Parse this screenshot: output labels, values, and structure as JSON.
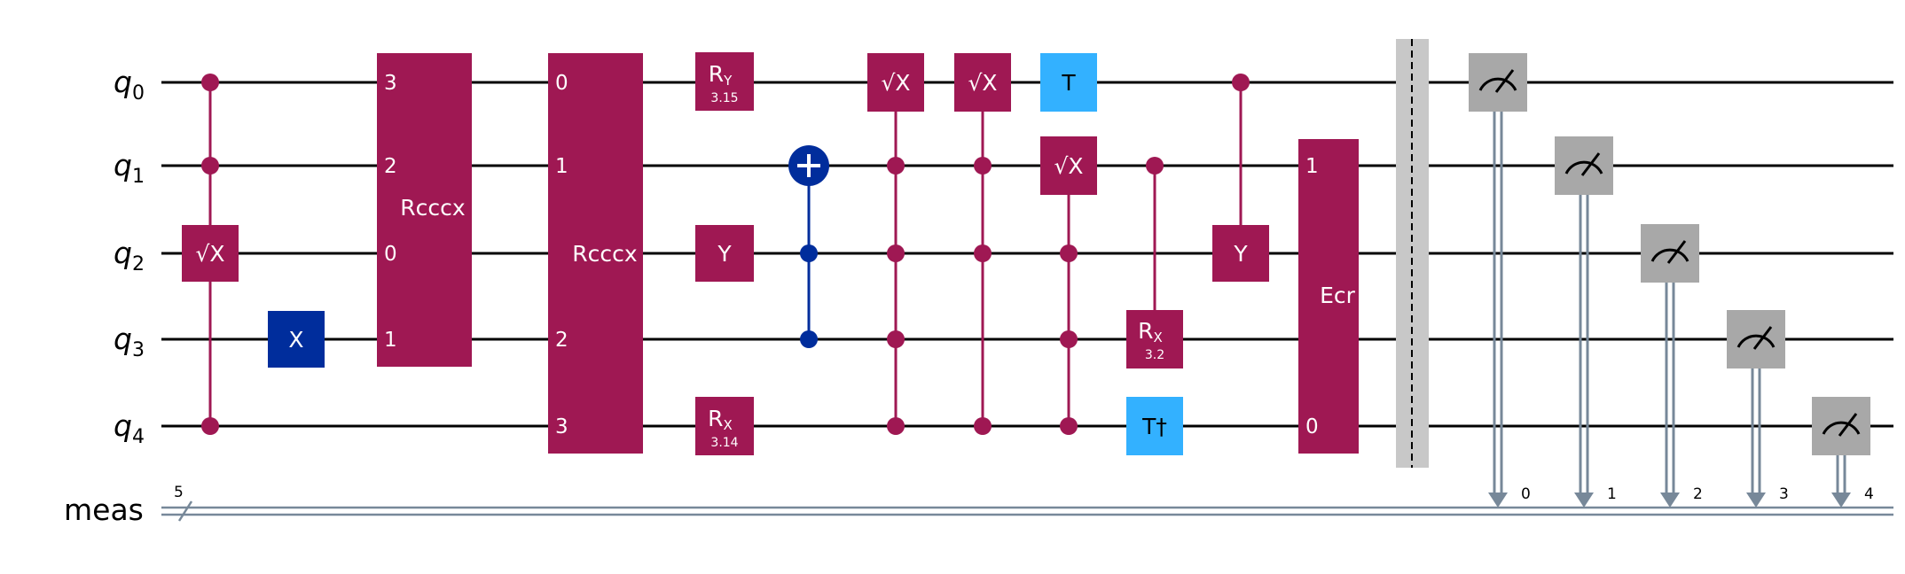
{
  "qubits": [
    {
      "id": "q0",
      "label": "q",
      "index": "0"
    },
    {
      "id": "q1",
      "label": "q",
      "index": "1"
    },
    {
      "id": "q2",
      "label": "q",
      "index": "2"
    },
    {
      "id": "q3",
      "label": "q",
      "index": "3"
    },
    {
      "id": "q4",
      "label": "q",
      "index": "4"
    }
  ],
  "classical_register": {
    "label": "meas",
    "width": "5",
    "bit_labels": [
      "0",
      "1",
      "2",
      "3",
      "4"
    ]
  },
  "colors": {
    "wire": "#000000",
    "creg": "#778899",
    "multi": "#9f1853",
    "x": "#002d9c",
    "clifford_t": "#33b1ff",
    "measure": "#a8a8a8",
    "barrier_fill": "#c8c8c8"
  },
  "gates": {
    "sqrtx_label": "√X",
    "x_label": "X",
    "y_label": "Y",
    "t_label": "T",
    "tdg_label": "T†",
    "ry": {
      "base": "R",
      "sub": "Y",
      "param": "3.15"
    },
    "rx_q4": {
      "base": "R",
      "sub": "X",
      "param": "3.14"
    },
    "rx_q3": {
      "base": "R",
      "sub": "X",
      "param": "3.2"
    },
    "rcccx_1": {
      "label": "Rcccx",
      "ports": [
        "3",
        "2",
        "0",
        "1"
      ]
    },
    "rcccx_2": {
      "label": "Rcccx",
      "ports": [
        "0",
        "1",
        "2",
        "3"
      ]
    },
    "ecr": {
      "label": "Ecr",
      "ports": [
        "1",
        "0"
      ]
    }
  }
}
